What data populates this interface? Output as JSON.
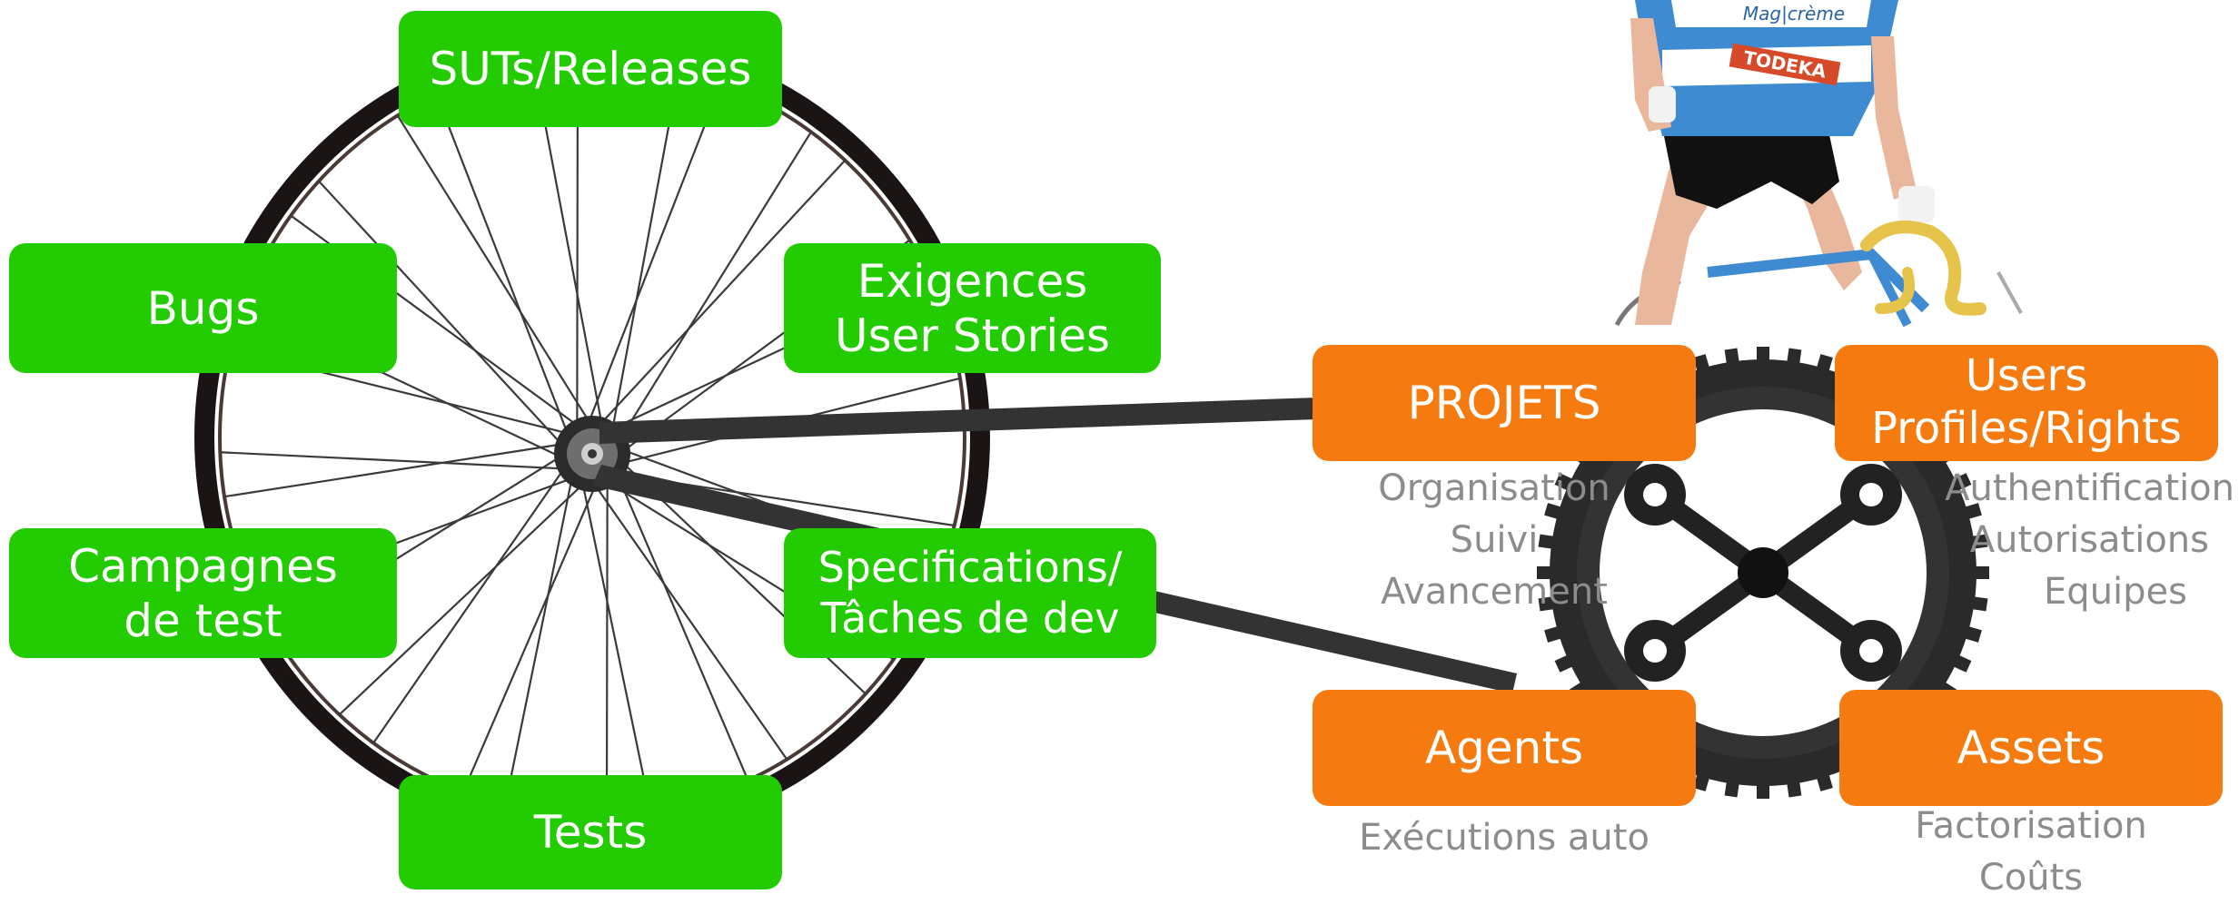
{
  "colors": {
    "green": "#22cc00",
    "orange": "#f57a0f",
    "chain": "#333333",
    "muted": "#8c8c8c"
  },
  "wheel_modules": {
    "suts": "SUTs/Releases",
    "bugs": "Bugs",
    "exigences": [
      "Exigences",
      "User Stories"
    ],
    "campagnes": [
      "Campagnes",
      "de test"
    ],
    "specifications": [
      "Specifications/",
      "Tâches de dev"
    ],
    "tests": "Tests"
  },
  "chainring_modules": {
    "projets": {
      "label": "PROJETS",
      "notes": [
        "Organisation",
        "Suivi",
        "Avancement"
      ]
    },
    "users": {
      "label": [
        "Users",
        "Profiles/Rights"
      ],
      "notes": [
        "Authentification",
        "Autorisations",
        "Equipes"
      ]
    },
    "agents": {
      "label": "Agents",
      "notes": [
        "Exécutions auto"
      ]
    },
    "assets": {
      "label": "Assets",
      "notes": [
        "Factorisation",
        "Coûts"
      ]
    }
  },
  "cyclist_jersey_text": [
    "TODEKA",
    "Mag|crème"
  ]
}
